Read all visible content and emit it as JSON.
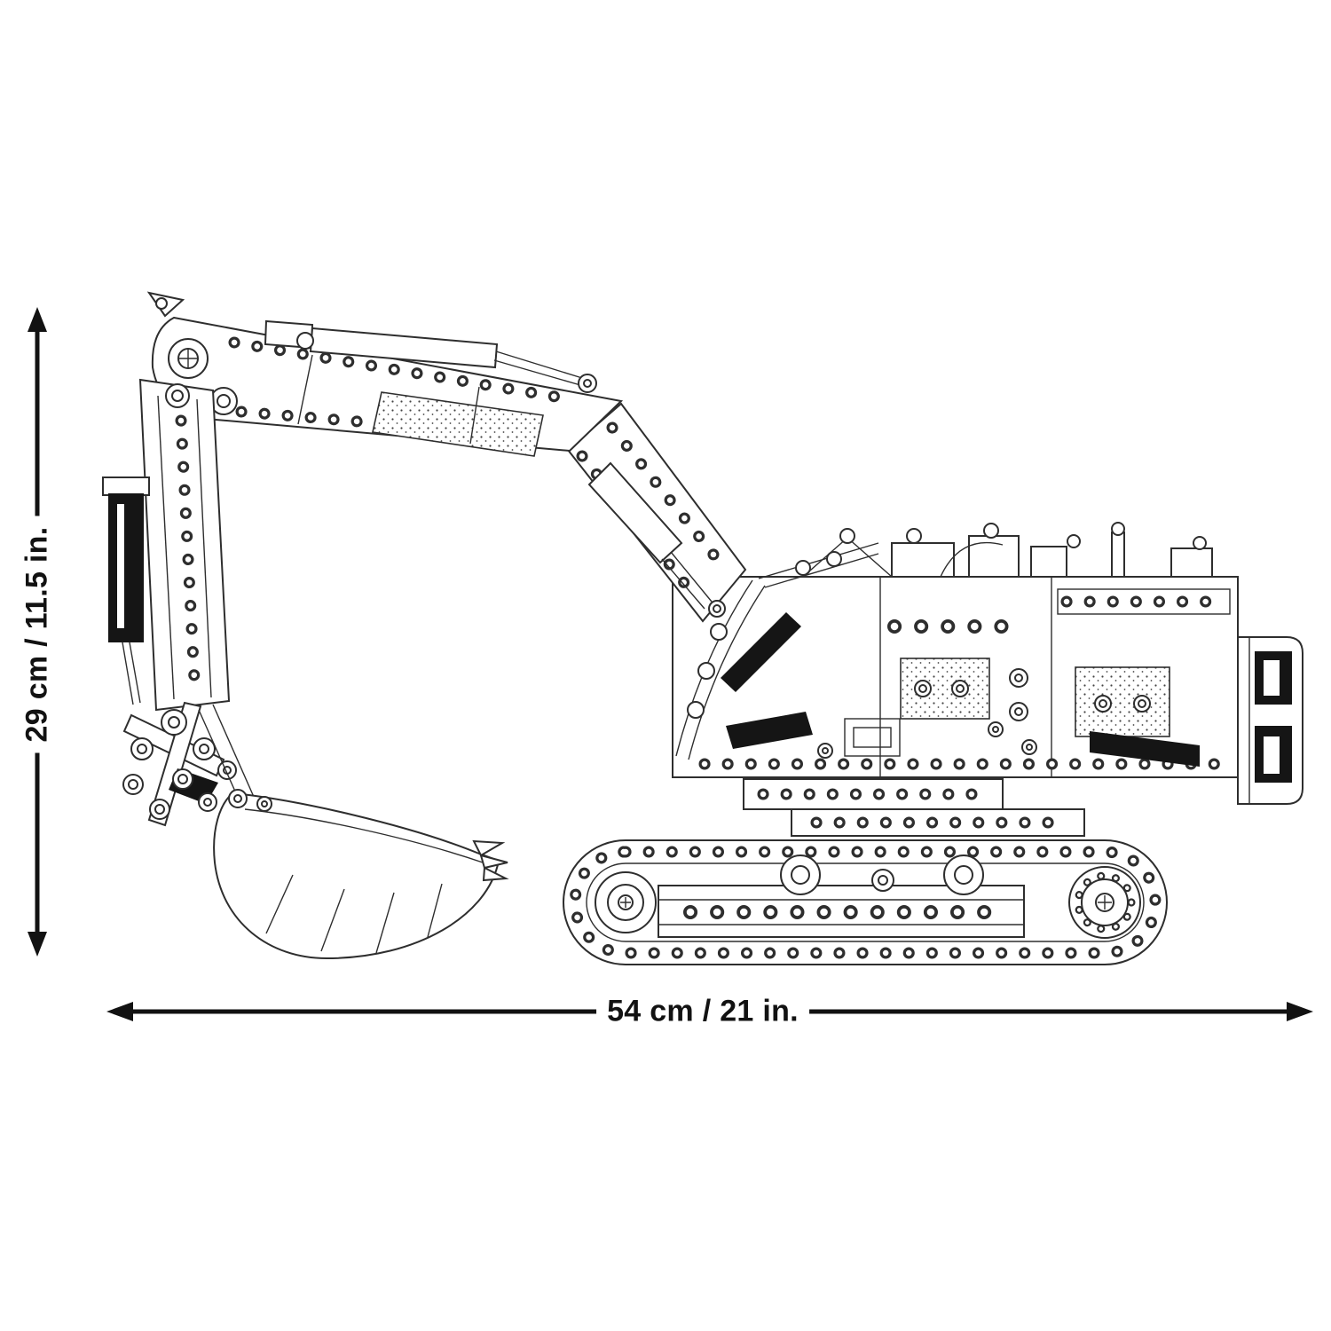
{
  "diagram": {
    "subject": "excavator-technical-line-drawing",
    "height_dimension": {
      "label": "29 cm / 11.5 in."
    },
    "width_dimension": {
      "label": "54 cm / 21 in."
    },
    "colors": {
      "line": "#2e2e2e",
      "dimension": "#121212",
      "background": "#ffffff"
    }
  }
}
